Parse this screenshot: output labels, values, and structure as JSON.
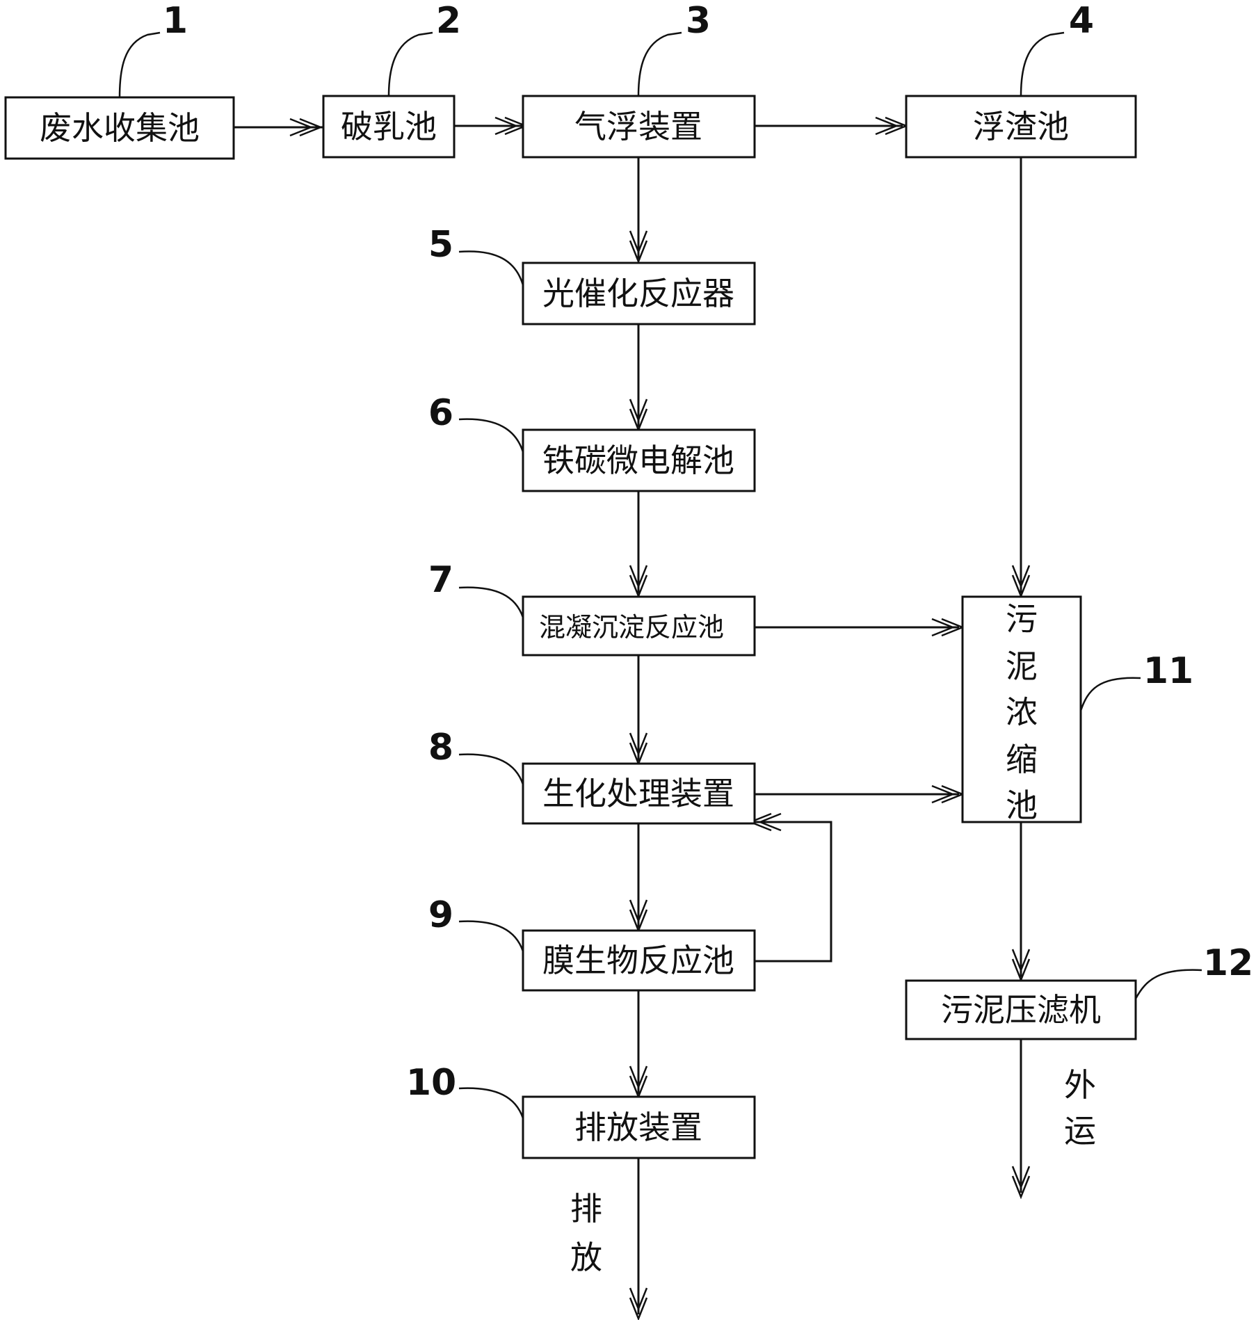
{
  "boxes": {
    "b1": "废水收集池",
    "b2": "破乳池",
    "b3": "气浮装置",
    "b4": "浮渣池",
    "b5": "光催化反应器",
    "b6": "铁碳微电解池",
    "b7": "混凝沉淀反应池",
    "b8": "生化处理装置",
    "b9": "膜生物反应池",
    "b10": "排放装置",
    "b11": [
      "污",
      "泥",
      "浓",
      "缩",
      "池"
    ],
    "b12": "污泥压滤机"
  },
  "numbers": {
    "n1": "1",
    "n2": "2",
    "n3": "3",
    "n4": "4",
    "n5": "5",
    "n6": "6",
    "n7": "7",
    "n8": "8",
    "n9": "9",
    "n10": "10",
    "n11": "11",
    "n12": "12"
  },
  "outputs": {
    "discharge": [
      "排",
      "放"
    ],
    "transport": [
      "外",
      "运"
    ]
  }
}
